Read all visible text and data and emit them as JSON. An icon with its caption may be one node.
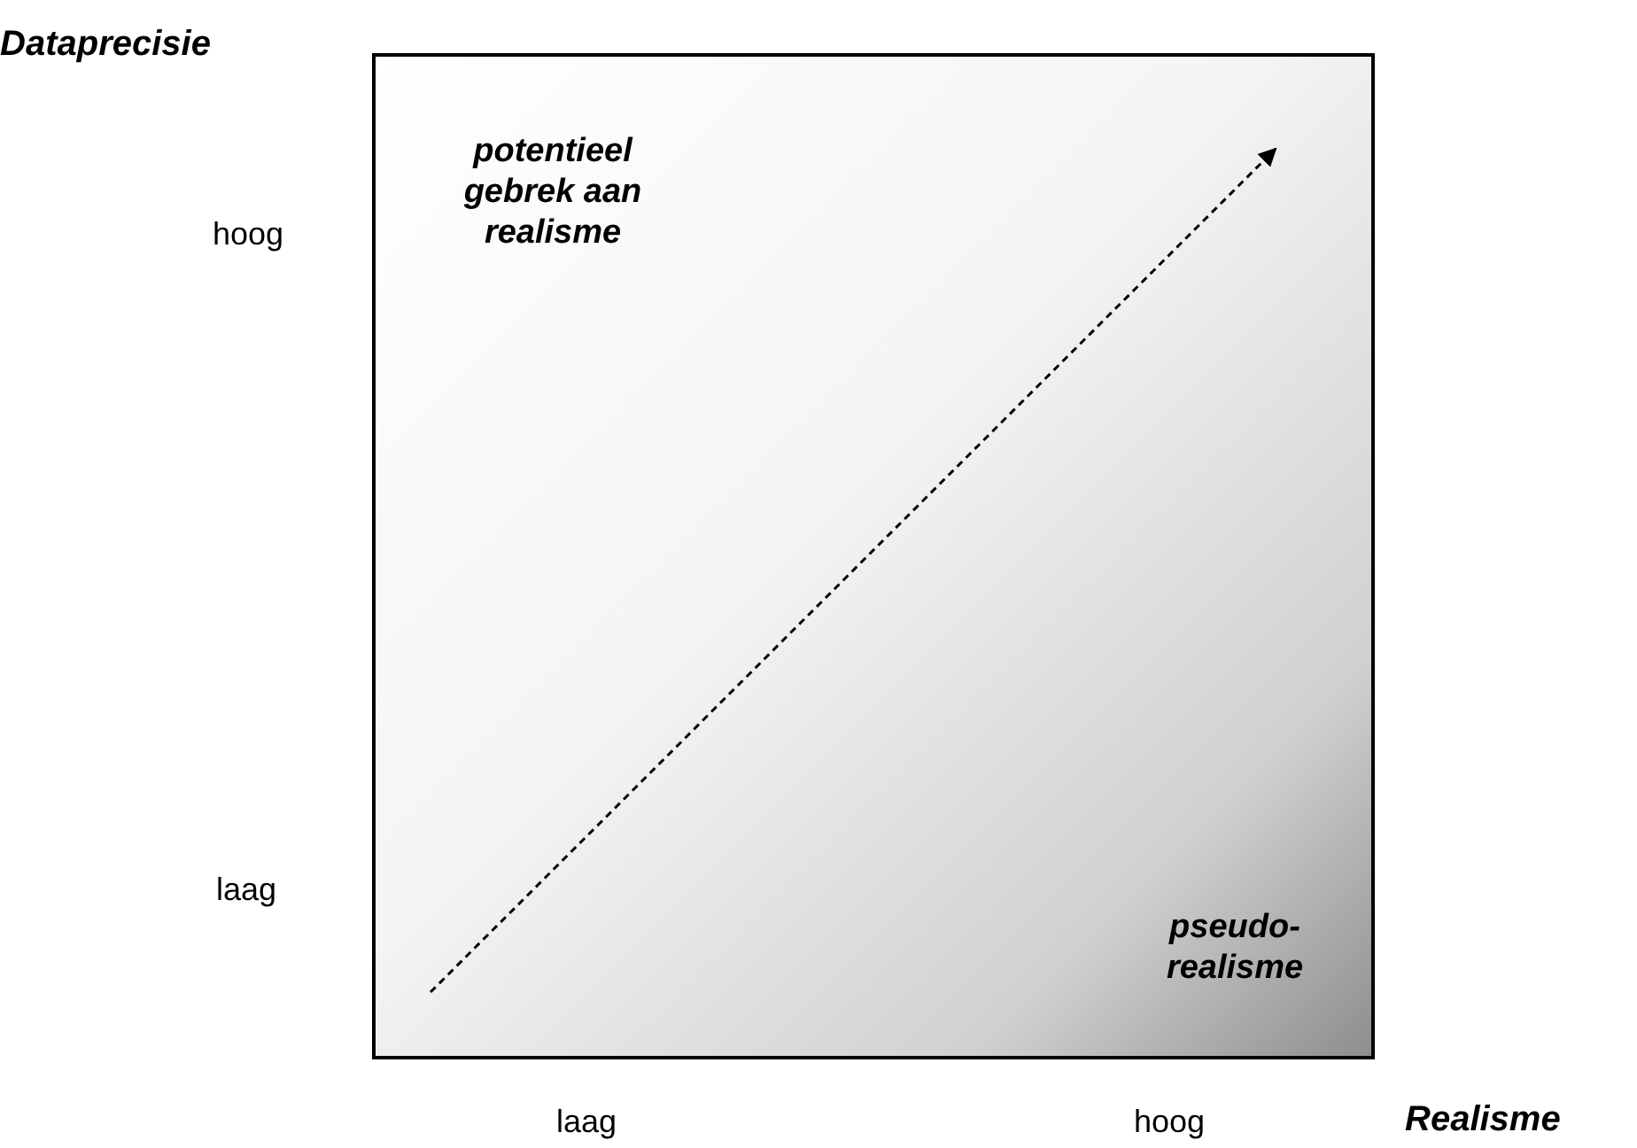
{
  "diagram": {
    "nodes": [
      {
        "text": [
          "potentieel gebrek aan realisme",
          "pseudo-realisme"
        ]
      }
    ],
    "labels": [
      "Dataprecisie",
      "hoog",
      "laag",
      "laag",
      "hoog",
      "Realisme"
    ]
  }
}
